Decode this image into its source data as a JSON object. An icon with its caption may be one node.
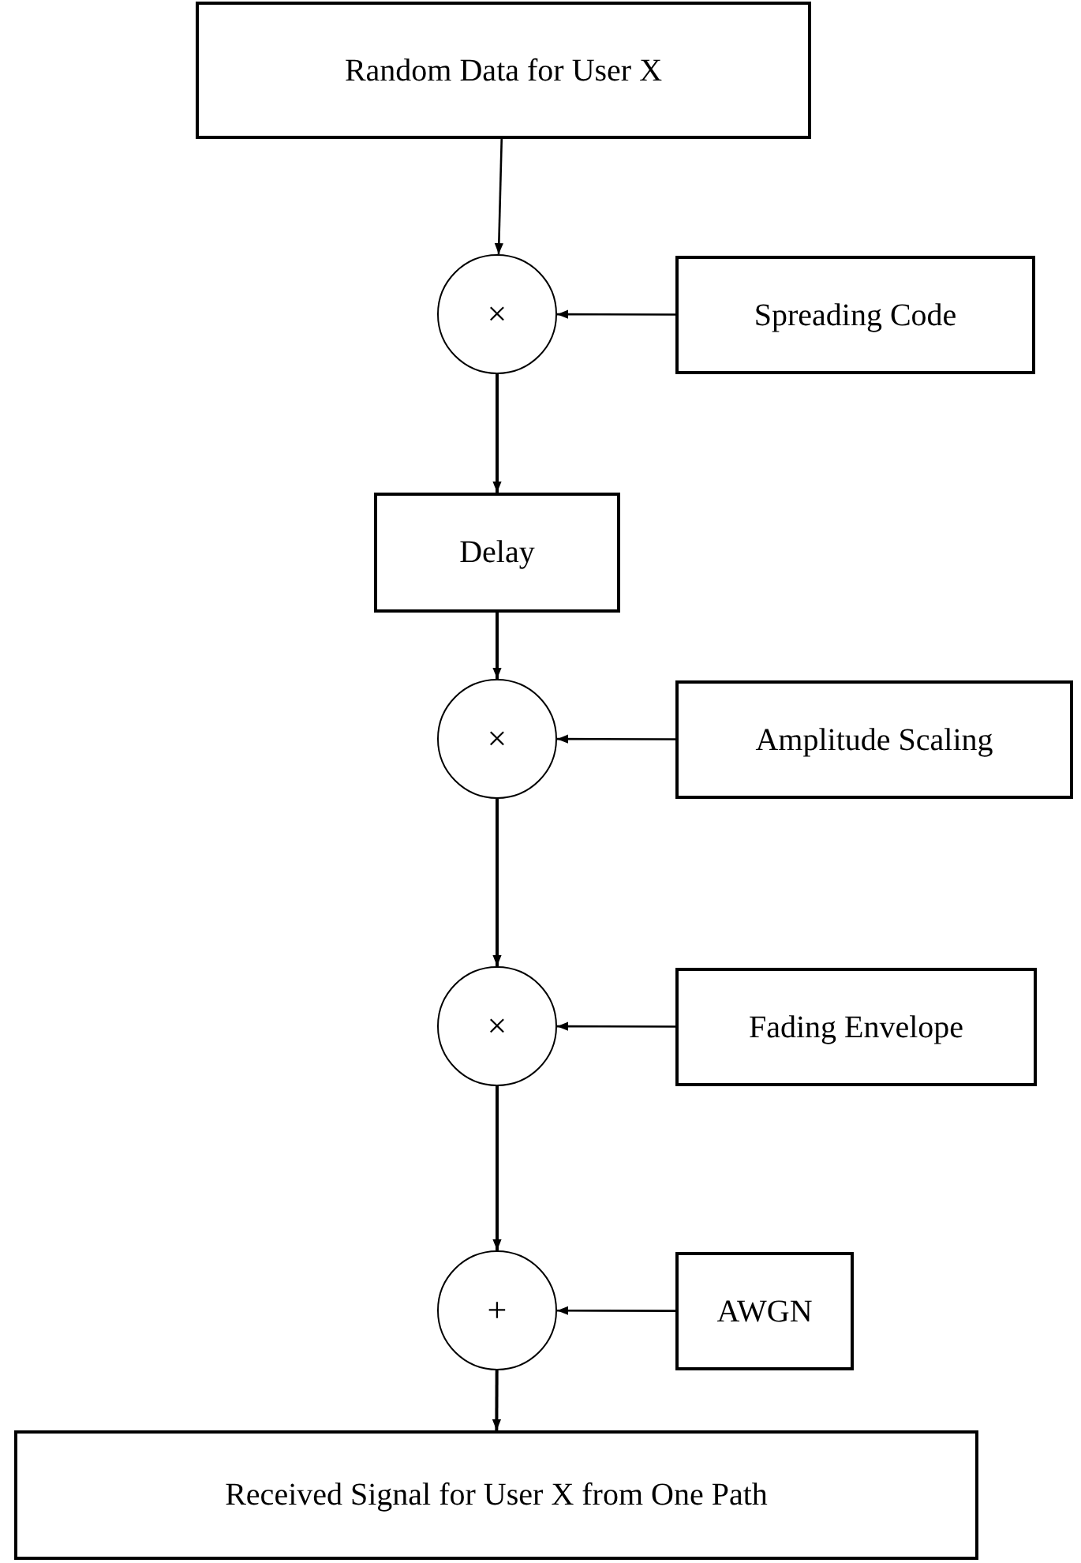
{
  "diagram": {
    "nodes": [
      {
        "text": [
          "Random Data for User X"
        ]
      },
      {
        "text": [
          "×"
        ]
      },
      {
        "text": [
          "Spreading Code"
        ]
      },
      {
        "text": [
          "Delay"
        ]
      },
      {
        "text": [
          "×"
        ]
      },
      {
        "text": [
          "Amplitude Scaling"
        ]
      },
      {
        "text": [
          "×"
        ]
      },
      {
        "text": [
          "Fading Envelope"
        ]
      },
      {
        "text": [
          "+"
        ]
      },
      {
        "text": [
          "AWGN"
        ]
      },
      {
        "text": [
          "Received Signal for User X from One Path"
        ]
      }
    ],
    "edges": [
      {
        "from": 0,
        "to": 1,
        "arrow": "to"
      },
      {
        "from": 2,
        "to": 1,
        "arrow": "to"
      },
      {
        "from": 1,
        "to": 3,
        "arrow": "to"
      },
      {
        "from": 3,
        "to": 4,
        "arrow": "to"
      },
      {
        "from": 5,
        "to": 4,
        "arrow": "to"
      },
      {
        "from": 4,
        "to": 6,
        "arrow": "to"
      },
      {
        "from": 7,
        "to": 6,
        "arrow": "to"
      },
      {
        "from": 6,
        "to": 8,
        "arrow": "to"
      },
      {
        "from": 9,
        "to": 8,
        "arrow": "to"
      },
      {
        "from": 8,
        "to": 10,
        "arrow": "to"
      }
    ]
  }
}
